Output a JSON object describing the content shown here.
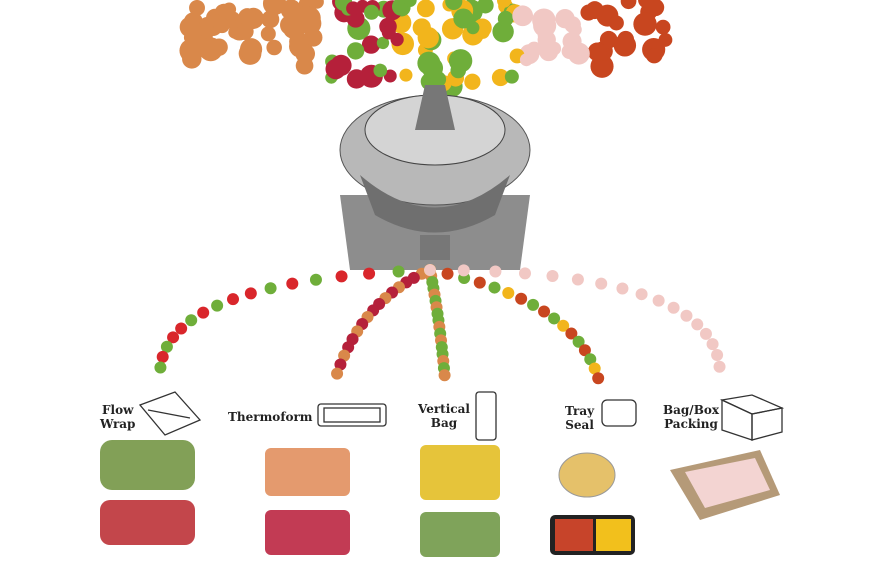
{
  "packaging_types": [
    {
      "label_line1": "Flow",
      "label_line2": "Wrap",
      "icon": "flow-wrap-pack-icon"
    },
    {
      "label_line1": "Thermoform",
      "label_line2": "",
      "icon": "thermoform-tray-icon"
    },
    {
      "label_line1": "Vertical",
      "label_line2": "Bag",
      "icon": "vertical-bag-icon"
    },
    {
      "label_line1": "Tray",
      "label_line2": "Seal",
      "icon": "tray-seal-icon"
    },
    {
      "label_line1": "Bag/Box",
      "label_line2": "Packing",
      "icon": "box-icon"
    }
  ],
  "colors": {
    "chicken": "#d9884a",
    "meat": "#b5203a",
    "strawberry": "#d9262b",
    "greens": "#6fae3a",
    "corn": "#f2b51c",
    "shrimp": "#f1c8c4",
    "spicy_wings": "#c8461f",
    "machine": "#9a9a9a"
  }
}
